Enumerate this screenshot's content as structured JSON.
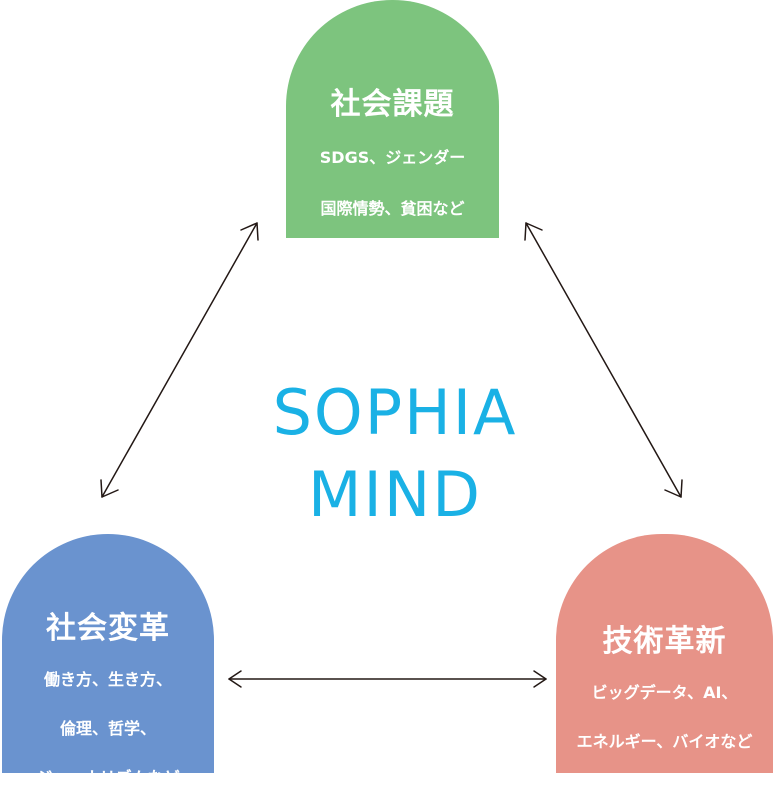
{
  "colors": {
    "green": "#7dc47e",
    "blue": "#6a93cf",
    "salmon": "#e79388",
    "cyan": "#1ab1e5",
    "arrow": "#231815"
  },
  "center": {
    "line1": "SOPHIA",
    "line2": "MIND"
  },
  "nodes": {
    "top": {
      "title": "社会課題",
      "desc_line1": "SDGS、ジェンダー",
      "desc_line2": "国際情勢、貧困など"
    },
    "left": {
      "title": "社会変革",
      "desc_line1": "働き方、生き方、",
      "desc_line2": "倫理、哲学、",
      "desc_line3": "ジャーナリズムなど"
    },
    "right": {
      "title": "技術革新",
      "desc_line1": "ビッグデータ、AI、",
      "desc_line2": "エネルギー、バイオなど"
    }
  }
}
